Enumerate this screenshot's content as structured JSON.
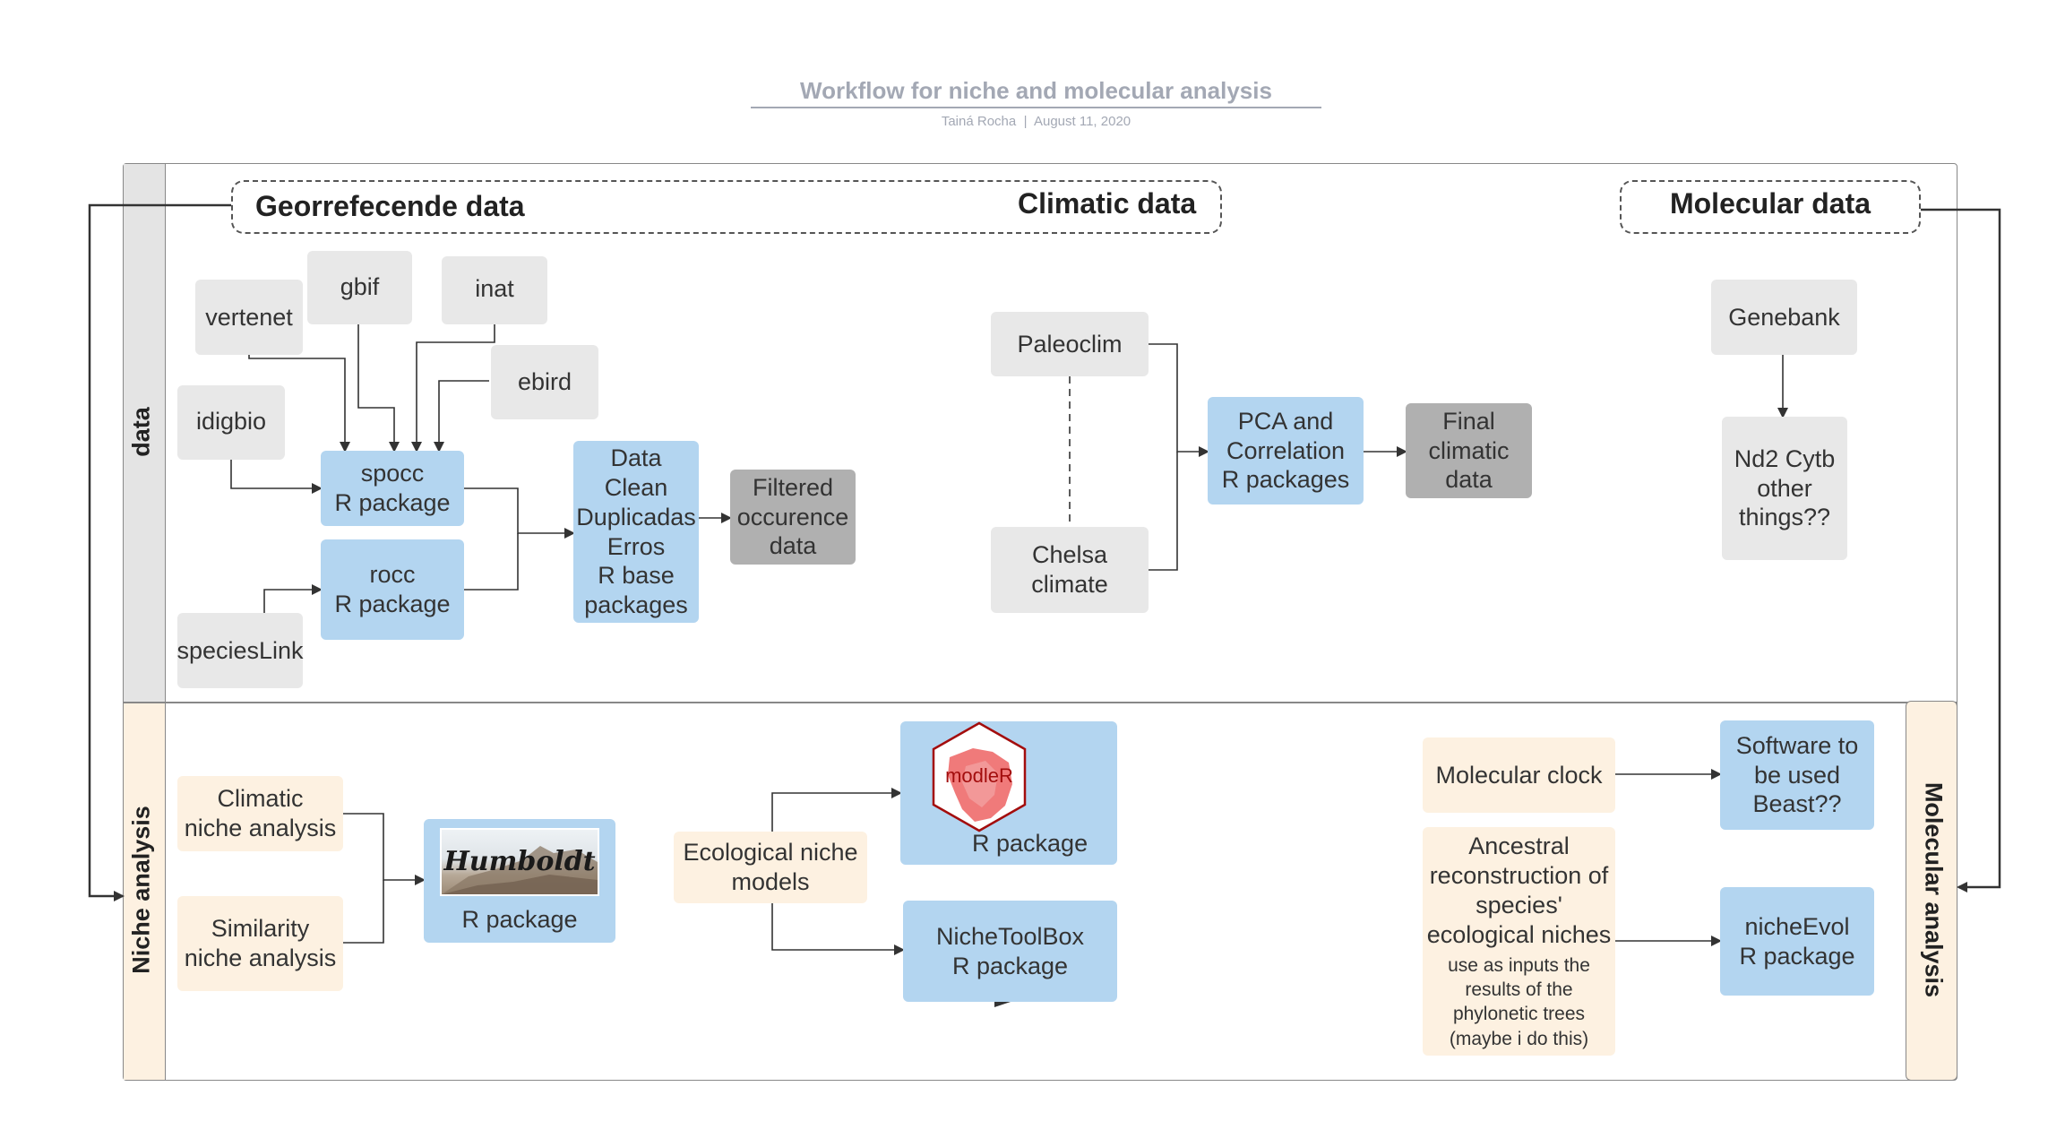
{
  "header": {
    "title": "Workflow for niche and molecular analysis",
    "author": "Tainá Rocha",
    "date": "August 11, 2020"
  },
  "lanes": {
    "data": "data",
    "niche": "Niche analysis",
    "molecular": "Molecular analysis"
  },
  "groups": {
    "georef": "Georrefecende data",
    "climatic": "Climatic data",
    "molecular": "Molecular data"
  },
  "nodes": {
    "vertenet": "vertenet",
    "gbif": "gbif",
    "inat": "inat",
    "ebird": "ebird",
    "idigbio": "idigbio",
    "specieslink": "speciesLink",
    "spocc": "spocc\nR package",
    "rocc": "rocc\nR package",
    "data_clean": "Data\nClean\nDuplicadas\nErros\nR base\npackages",
    "filtered": "Filtered\noccurence\ndata",
    "paleoclim": "Paleoclim",
    "chelsa": "Chelsa\nclimate",
    "pca": "PCA and\nCorrelation\nR packages",
    "final_climatic": "Final\nclimatic\ndata",
    "genebank": "Genebank",
    "nd2": "Nd2 Cytb\nother\nthings??",
    "climatic_niche": "Climatic\nniche analysis",
    "similarity_niche": "Similarity\nniche analysis",
    "humboldt_pkg": "R package",
    "humboldt_logo": "Humboldt",
    "eco_niche": "Ecological niche\nmodels",
    "modler_logo": "modleR",
    "modler_pkg": "R package",
    "nichetoolbox": "NicheToolBox\nR package",
    "molecular_clock": "Molecular clock",
    "software_beast": "Software to\nbe used\nBeast??",
    "ancestral": "Ancestral\nreconstruction of\nspecies'\necological niches",
    "ancestral_note": "use as inputs the\nresults of the\nphylonetic trees\n(maybe i do this)",
    "nicheevol": "nicheEvol\nR package"
  },
  "colors": {
    "gray_box": "#e8e8e8",
    "dark_gray_box": "#b0b0b0",
    "blue_box": "#b3d5f0",
    "cream_box": "#fdf1e1",
    "title": "#a3a8b4",
    "line": "#333333"
  }
}
